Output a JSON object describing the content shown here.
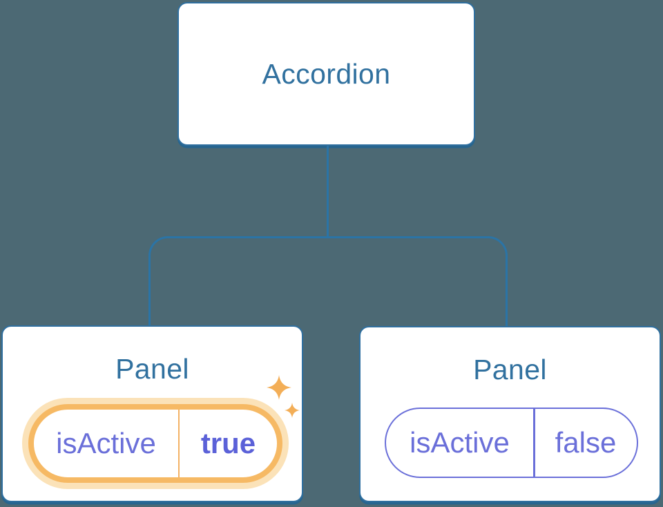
{
  "diagram": {
    "root": {
      "label": "Accordion"
    },
    "children": [
      {
        "label": "Panel",
        "state": {
          "key": "isActive",
          "value": "true"
        },
        "highlighted": true
      },
      {
        "label": "Panel",
        "state": {
          "key": "isActive",
          "value": "false"
        },
        "highlighted": false
      }
    ]
  },
  "icons": {
    "sparkle": "four-point-star"
  },
  "colors": {
    "background": "#4C6974",
    "node_fill": "#FFFFFF",
    "node_border": "#2F6F9F",
    "node_text": "#31719F",
    "connector": "#2B74A6",
    "state_text": "#6A6FD9",
    "state_value_active_text": "#5B61D8",
    "highlight_ring": "#F6B964",
    "highlight_halo": "#FBE2B8",
    "sparkle": "#F3AE57"
  }
}
